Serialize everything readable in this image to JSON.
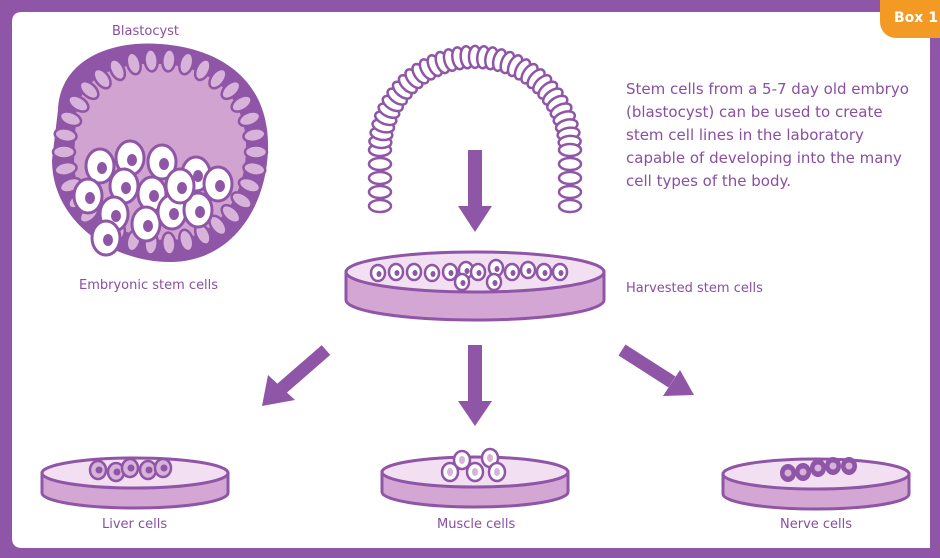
{
  "box_tag": "Box 1",
  "labels": {
    "blastocyst": "Blastocyst",
    "embryonic": "Embryonic stem cells",
    "harvested": "Harvested stem cells",
    "liver": "Liver cells",
    "muscle": "Muscle cells",
    "nerve": "Nerve cells"
  },
  "description": "Stem cells from a 5-7 day old embryo (blastocyst) can be used to create stem cell lines in the laboratory capable of developing into the many cell types of the body.",
  "colors": {
    "border": "#8f55a6",
    "cell_outline": "#8f55a6",
    "cell_fill": "#d7b3d9",
    "dish_fill": "#d4a6d4",
    "arrow": "#8f55a6",
    "tag": "#f39a25",
    "text": "#8a4fa0"
  }
}
